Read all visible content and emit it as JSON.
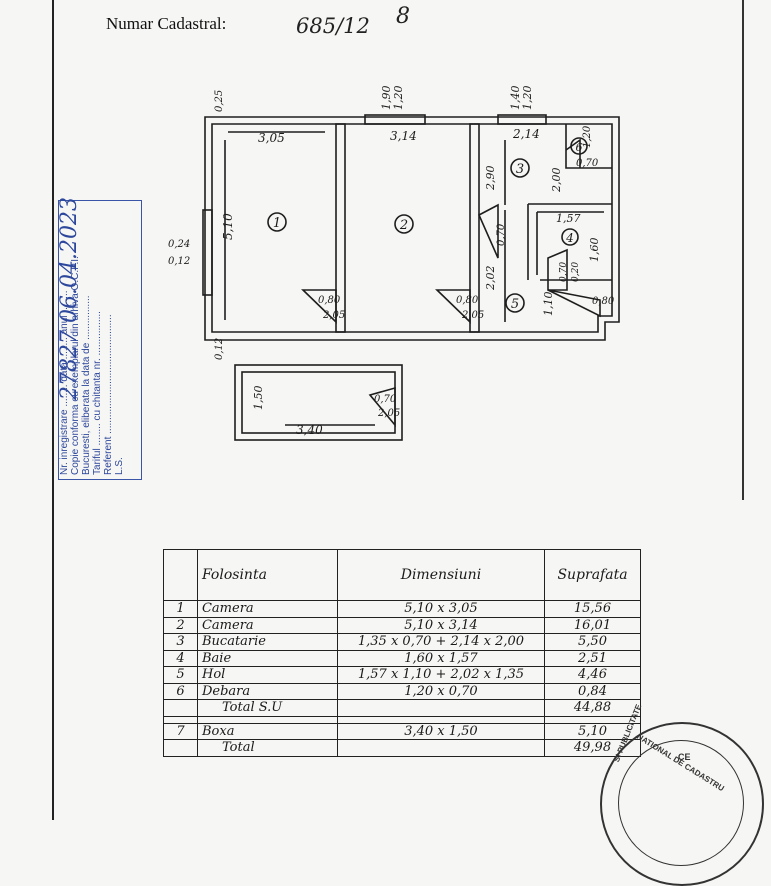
{
  "header": {
    "cadastral_label": "Numar Cadastral:",
    "cadastral_number": "685/12",
    "cadastral_extra": "8"
  },
  "plan": {
    "dims": [
      "3,05",
      "3,14",
      "2,14",
      "1,20",
      "0,70",
      "2,90",
      "2,00",
      "1,57",
      "1,60",
      "0,70",
      "2,02",
      "1,10",
      "5,10",
      "0,80",
      "2,05",
      "0,80",
      "2,05",
      "0,80",
      "0,70",
      "0,20",
      "1,90",
      "1,20",
      "1,40",
      "1,20",
      "0,25",
      "0,24",
      "0,12",
      "0,12",
      "1,50",
      "3,40",
      "0,70",
      "2,05"
    ],
    "rooms": [
      "1",
      "2",
      "3",
      "4",
      "5",
      "6"
    ]
  },
  "stamp": {
    "line1": "Nr. inregistrare ........ data ........ anul ........",
    "line2": "Copie conforma cu exemplarul din arhiva O.C.P.I.",
    "line3": "Bucuresti, eliberata la data de ................",
    "line4": "Tariful ........ cu chitanta nr. ................",
    "line5": "Referent ...........................................",
    "line6": "L.S.",
    "handwritten": "27827 06.04.2023"
  },
  "table": {
    "headers": [
      "",
      "Folosinta",
      "Dimensiuni",
      "Suprafata"
    ],
    "rows": [
      {
        "nr": "1",
        "use": "Camera",
        "dim": "5,10 x 3,05",
        "area": "15,56"
      },
      {
        "nr": "2",
        "use": "Camera",
        "dim": "5,10 x 3,14",
        "area": "16,01"
      },
      {
        "nr": "3",
        "use": "Bucatarie",
        "dim": "1,35 x 0,70 + 2,14 x 2,00",
        "area": "5,50"
      },
      {
        "nr": "4",
        "use": "Baie",
        "dim": "1,60 x 1,57",
        "area": "2,51"
      },
      {
        "nr": "5",
        "use": "Hol",
        "dim": "1,57 x 1,10 + 2,02 x 1,35",
        "area": "4,46"
      },
      {
        "nr": "6",
        "use": "Debara",
        "dim": "1,20 x 0,70",
        "area": "0,84"
      },
      {
        "nr": "",
        "use": "Total S.U",
        "dim": "",
        "area": "44,88"
      },
      {
        "nr": "",
        "use": "",
        "dim": "",
        "area": ""
      },
      {
        "nr": "7",
        "use": "Boxa",
        "dim": "3,40 x 1,50",
        "area": "5,10"
      },
      {
        "nr": "",
        "use": "Total",
        "dim": "",
        "area": "49,98"
      }
    ]
  },
  "round_stamp": {
    "text_top": "NATIONAL DE CADASTRU",
    "text_side": "SI PUBLICITATE",
    "text_center": "CE"
  },
  "colors": {
    "stamp_blue": "#2d479c",
    "ink": "#1b1b1b"
  }
}
